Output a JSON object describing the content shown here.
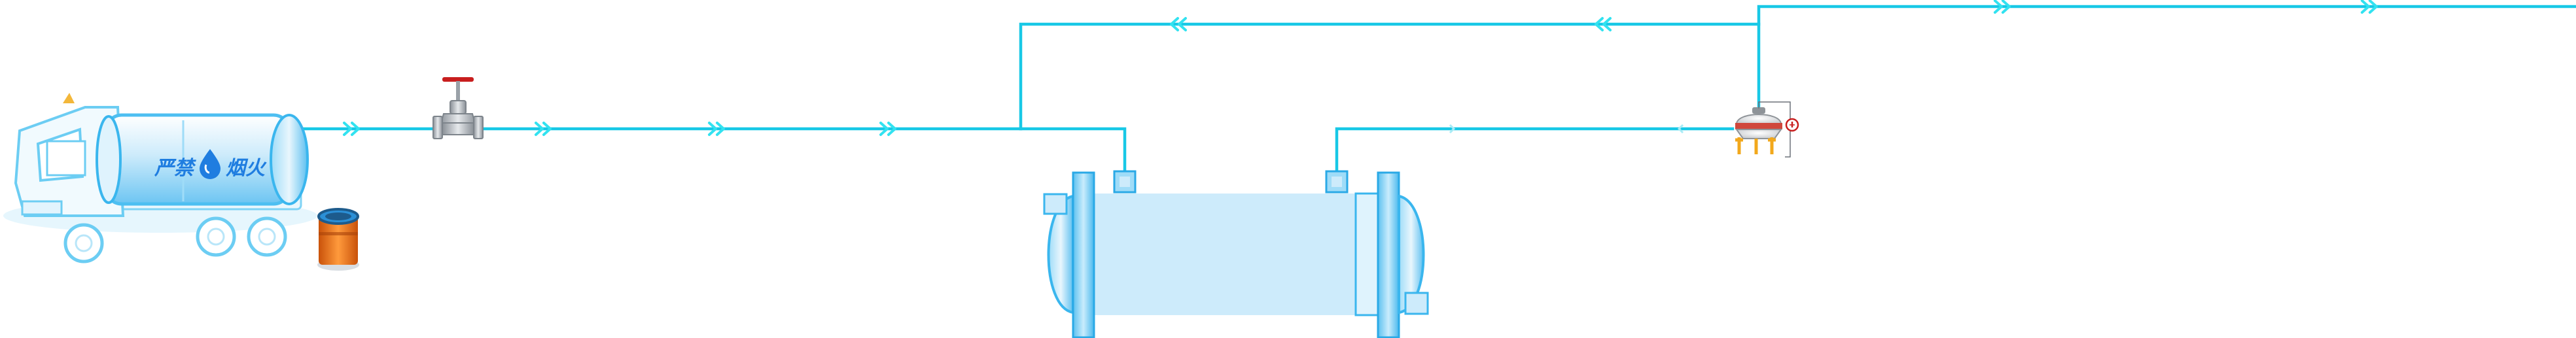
{
  "colors": {
    "pipe": "#18c8e6",
    "arrow": "#32e2f0",
    "equipment_light": "#cdebfb",
    "equipment_mid": "#86d3f5",
    "equipment_dark": "#3ab6ee",
    "bucket": "#f07318",
    "bucket_rim": "#1d5b8c",
    "valve_red": "#c81e1e",
    "valve_body": "#b9bec4",
    "separator_orange": "#f2a81c"
  },
  "truck": {
    "tank_label": "严禁烟火",
    "tank_label_left": "严禁",
    "tank_label_right": "烟火",
    "icon": "water-drop-icon"
  },
  "equipment": {
    "heat_exchanger": "shell-and-tube-heat-exchanger",
    "gate_valve": "gate-valve",
    "separator": "separator-vessel",
    "bucket": "collection-bucket"
  }
}
